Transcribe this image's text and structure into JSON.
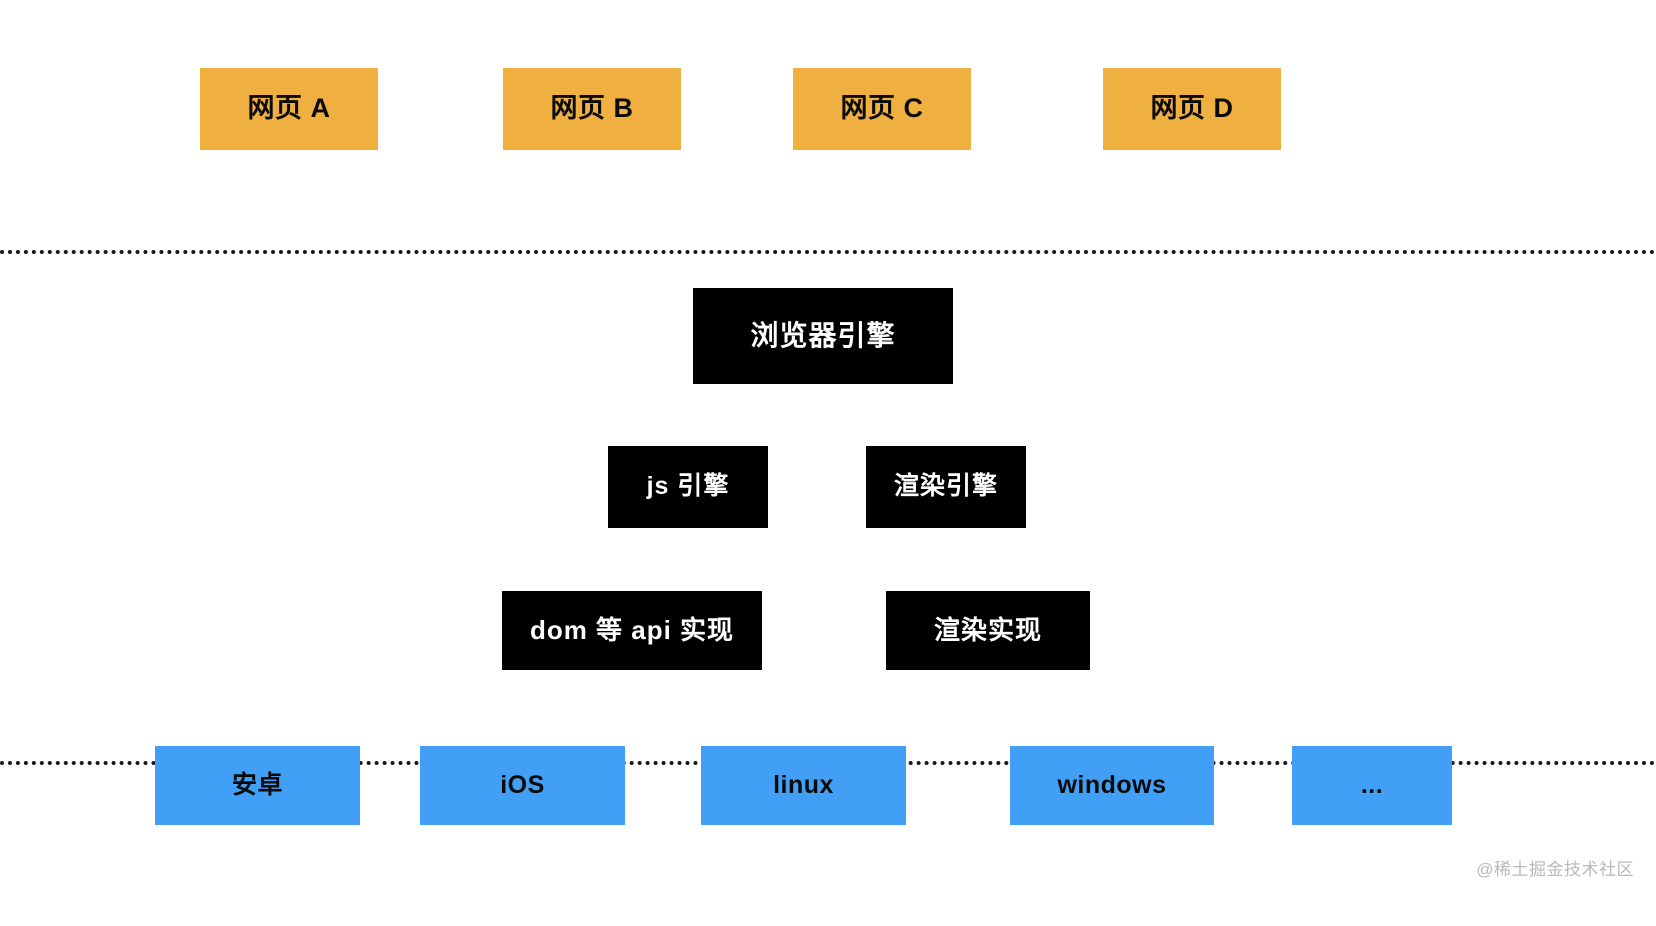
{
  "diagram": {
    "title": "browser-architecture-layers",
    "colors": {
      "page_box": "#efaf41",
      "engine_box": "#000000",
      "engine_text": "#ffffff",
      "os_box": "#41a0f5",
      "text_dark": "#0a0a0a",
      "divider": "#1a1a1a",
      "background": "#ffffff",
      "watermark": "#b9b9b9"
    },
    "layers": [
      {
        "id": "pages",
        "role": "web-pages",
        "nodes": [
          {
            "id": "page-a",
            "label": "网页 A"
          },
          {
            "id": "page-b",
            "label": "网页 B"
          },
          {
            "id": "page-c",
            "label": "网页 C"
          },
          {
            "id": "page-d",
            "label": "网页 D"
          }
        ]
      },
      {
        "id": "engine",
        "role": "browser-engine",
        "nodes": [
          {
            "id": "browser-engine",
            "label": "浏览器引擎"
          },
          {
            "id": "js-engine",
            "label": "js 引擎"
          },
          {
            "id": "render-engine",
            "label": "渲染引擎"
          },
          {
            "id": "dom-api-impl",
            "label": "dom 等 api 实现"
          },
          {
            "id": "render-impl",
            "label": "渲染实现"
          }
        ]
      },
      {
        "id": "os",
        "role": "operating-systems",
        "nodes": [
          {
            "id": "os-android",
            "label": "安卓"
          },
          {
            "id": "os-ios",
            "label": "iOS"
          },
          {
            "id": "os-linux",
            "label": "linux"
          },
          {
            "id": "os-windows",
            "label": "windows"
          },
          {
            "id": "os-more",
            "label": "..."
          }
        ]
      }
    ],
    "dividers": [
      {
        "id": "divider-top"
      },
      {
        "id": "divider-bottom"
      }
    ],
    "watermark": "@稀土掘金技术社区"
  }
}
